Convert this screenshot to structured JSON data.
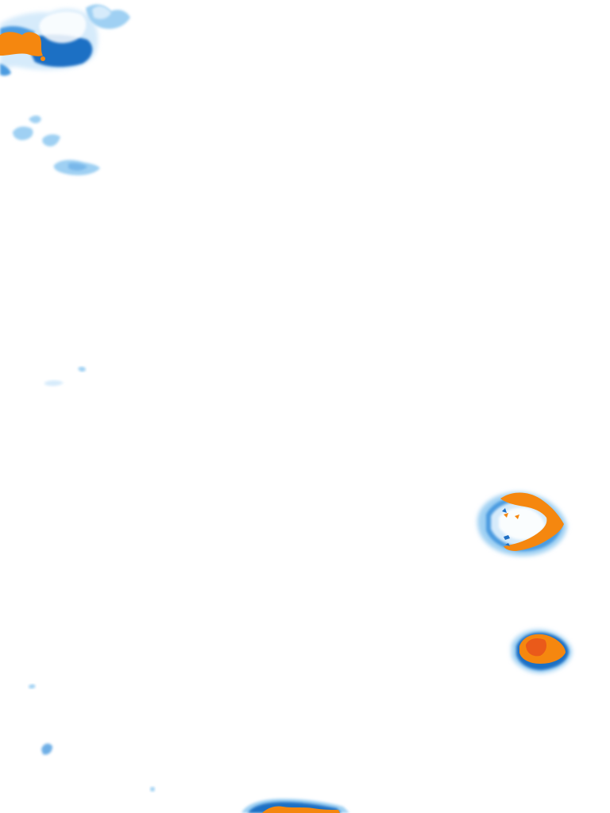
{
  "map": {
    "kind": "radar-precipitation-tile",
    "background": "#ffffff",
    "palette": {
      "very_light": "#d6ebfb",
      "light": "#9fd0f3",
      "medium": "#4b9be0",
      "heavy": "#1f6fc4",
      "intense": "#f5870f",
      "extreme": "#ea5a1a"
    },
    "cells": [
      {
        "name": "cell-northwest",
        "max_intensity": "intense"
      },
      {
        "name": "cell-west-scattered",
        "max_intensity": "light"
      },
      {
        "name": "cell-west-small",
        "max_intensity": "very_light"
      },
      {
        "name": "cell-east-ring",
        "max_intensity": "intense"
      },
      {
        "name": "cell-east-core",
        "max_intensity": "extreme"
      },
      {
        "name": "cell-southwest-dots",
        "max_intensity": "medium"
      },
      {
        "name": "cell-south-edge",
        "max_intensity": "intense"
      }
    ]
  }
}
